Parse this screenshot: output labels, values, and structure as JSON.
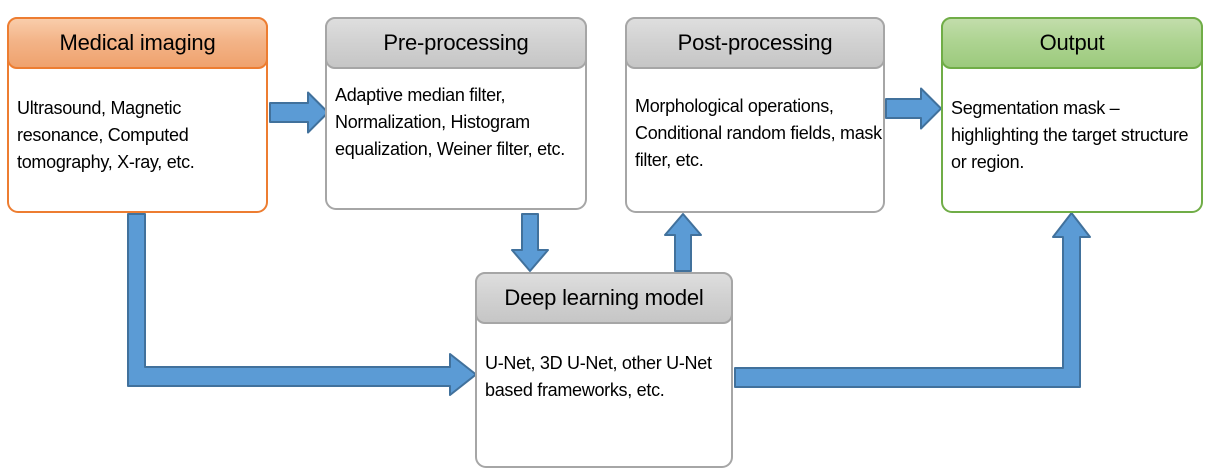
{
  "diagram": {
    "boxes": [
      {
        "id": "medical-imaging",
        "title": "Medical imaging",
        "body": "Ultrasound, Magnetic resonance, Computed tomography, X-ray, etc.",
        "accent_color": "#ED7D31"
      },
      {
        "id": "pre-processing",
        "title": "Pre-processing",
        "body": "Adaptive median filter, Normalization, Histogram equalization, Weiner filter, etc.",
        "accent_color": "#A6A6A6"
      },
      {
        "id": "post-processing",
        "title": "Post-processing",
        "body": "Morphological operations, Conditional random fields, mask filter, etc.",
        "accent_color": "#A6A6A6"
      },
      {
        "id": "output",
        "title": "Output",
        "body": "Segmentation mask – highlighting the target structure or region.",
        "accent_color": "#70AD47"
      },
      {
        "id": "deep-learning-model",
        "title": "Deep learning model",
        "body": "U-Net, 3D U-Net, other U-Net based frameworks, etc.",
        "accent_color": "#A6A6A6"
      }
    ],
    "arrows": {
      "fill": "#5B9BD5",
      "stroke": "#41719C",
      "connections": [
        {
          "from": "medical-imaging",
          "to": "pre-processing",
          "shape": "straight-right"
        },
        {
          "from": "pre-processing",
          "to": "deep-learning-model",
          "shape": "straight-down"
        },
        {
          "from": "deep-learning-model",
          "to": "post-processing",
          "shape": "straight-up"
        },
        {
          "from": "post-processing",
          "to": "output",
          "shape": "straight-right"
        },
        {
          "from": "medical-imaging",
          "to": "deep-learning-model",
          "shape": "elbow-down-right"
        },
        {
          "from": "deep-learning-model",
          "to": "output",
          "shape": "elbow-right-up"
        }
      ]
    }
  }
}
